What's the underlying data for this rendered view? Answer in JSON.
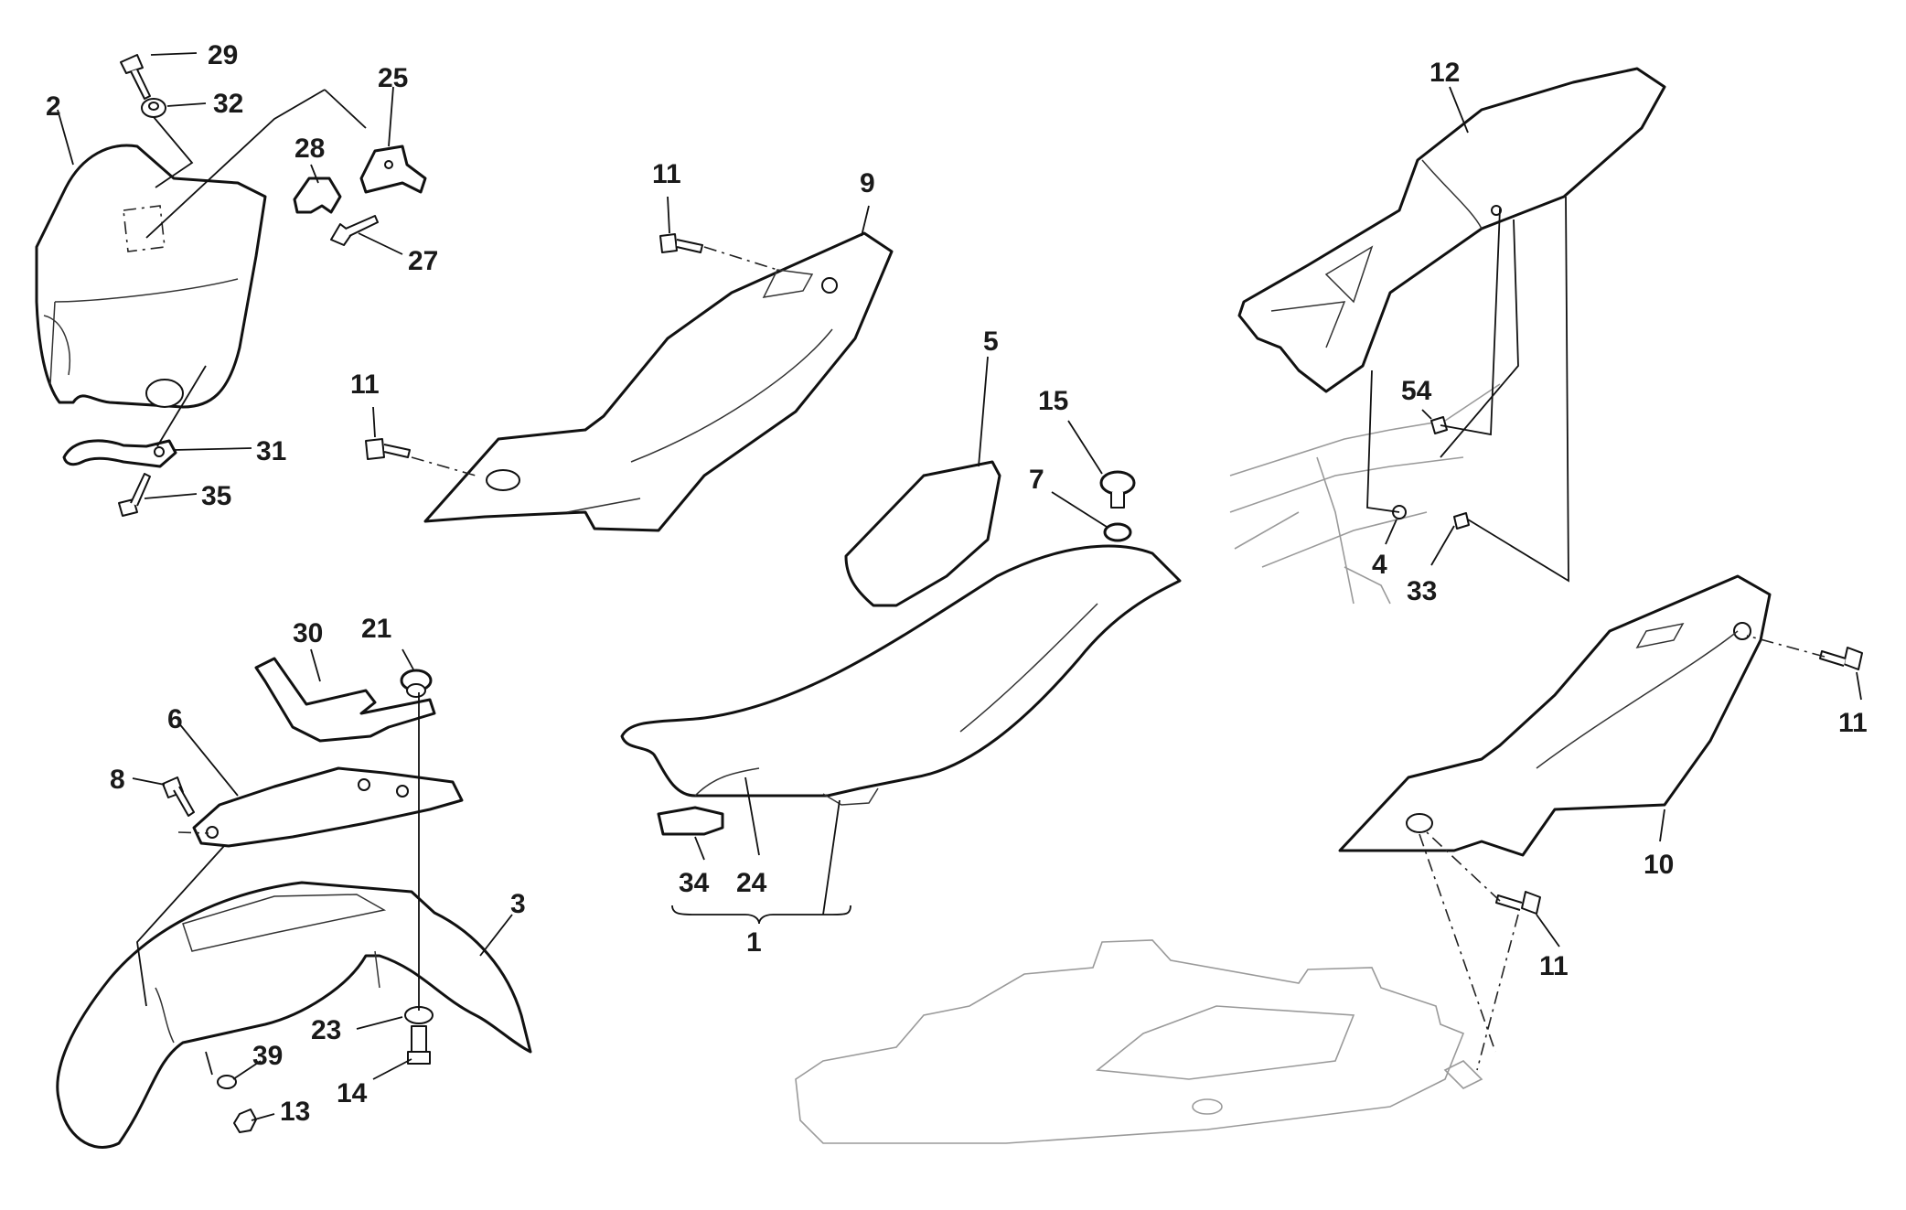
{
  "callouts": [
    {
      "id": "c29",
      "text": "29"
    },
    {
      "id": "c32",
      "text": "32"
    },
    {
      "id": "c2",
      "text": "2"
    },
    {
      "id": "c25",
      "text": "25"
    },
    {
      "id": "c28",
      "text": "28"
    },
    {
      "id": "c27",
      "text": "27"
    },
    {
      "id": "c31",
      "text": "31"
    },
    {
      "id": "c35",
      "text": "35"
    },
    {
      "id": "c11a",
      "text": "11"
    },
    {
      "id": "c9",
      "text": "9"
    },
    {
      "id": "c11b",
      "text": "11"
    },
    {
      "id": "c5",
      "text": "5"
    },
    {
      "id": "c15",
      "text": "15"
    },
    {
      "id": "c7",
      "text": "7"
    },
    {
      "id": "c12",
      "text": "12"
    },
    {
      "id": "c54",
      "text": "54"
    },
    {
      "id": "c4",
      "text": "4"
    },
    {
      "id": "c33",
      "text": "33"
    },
    {
      "id": "c11c",
      "text": "11"
    },
    {
      "id": "c10",
      "text": "10"
    },
    {
      "id": "c11d",
      "text": "11"
    },
    {
      "id": "c30",
      "text": "30"
    },
    {
      "id": "c21",
      "text": "21"
    },
    {
      "id": "c6",
      "text": "6"
    },
    {
      "id": "c8",
      "text": "8"
    },
    {
      "id": "c3",
      "text": "3"
    },
    {
      "id": "c23",
      "text": "23"
    },
    {
      "id": "c14",
      "text": "14"
    },
    {
      "id": "c39",
      "text": "39"
    },
    {
      "id": "c13",
      "text": "13"
    },
    {
      "id": "c34",
      "text": "34"
    },
    {
      "id": "c24",
      "text": "24"
    },
    {
      "id": "c1",
      "text": "1"
    }
  ]
}
